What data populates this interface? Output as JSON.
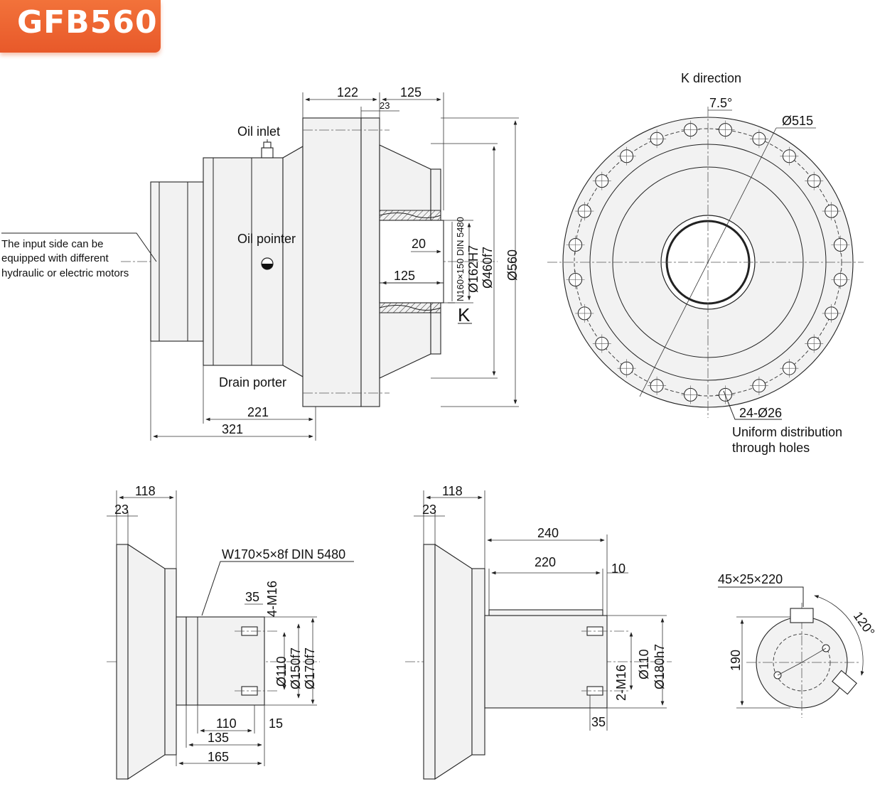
{
  "model": "GFB560",
  "labels": {
    "oil_inlet": "Oil inlet",
    "oil_pointer": "Oil pointer",
    "drain_porter": "Drain porter",
    "input_side_note": [
      "The input side can be",
      "equipped with different",
      "hydraulic or electric motors"
    ],
    "k_mark": "K",
    "k_direction": "K direction",
    "uniform_note": [
      "Uniform distribution",
      "through holes"
    ]
  },
  "side_view": {
    "dims": {
      "d122": "122",
      "d125_top": "125",
      "d23": "23",
      "d20": "20",
      "d125_mid": "125",
      "d221": "221",
      "d321": "321",
      "spline": "N160×150 DIN 5480",
      "bore": "Ø162H7",
      "pilot": "Ø460f7",
      "outer": "Ø560"
    }
  },
  "k_view": {
    "dims": {
      "angle": "7.5°",
      "pcd": "Ø515",
      "holes": "24-Ø26"
    }
  },
  "spline_shaft": {
    "dims": {
      "d118": "118",
      "d23": "23",
      "spec": "W170×5×8f  DIN 5480",
      "d35": "35",
      "m16": "4-M16",
      "d110": "Ø110",
      "d150": "Ø150f7",
      "d170": "Ø170f7",
      "d110b": "110",
      "d15": "15",
      "d135": "135",
      "d165": "165"
    }
  },
  "key_shaft": {
    "dims": {
      "d118": "118",
      "d23": "23",
      "d240": "240",
      "d220": "220",
      "d10": "10",
      "m16": "2-M16",
      "d110": "Ø110",
      "d180": "Ø180h7",
      "d35": "35"
    }
  },
  "key_end": {
    "dims": {
      "key": "45×25×220",
      "d190": "190",
      "angle": "120°"
    }
  }
}
